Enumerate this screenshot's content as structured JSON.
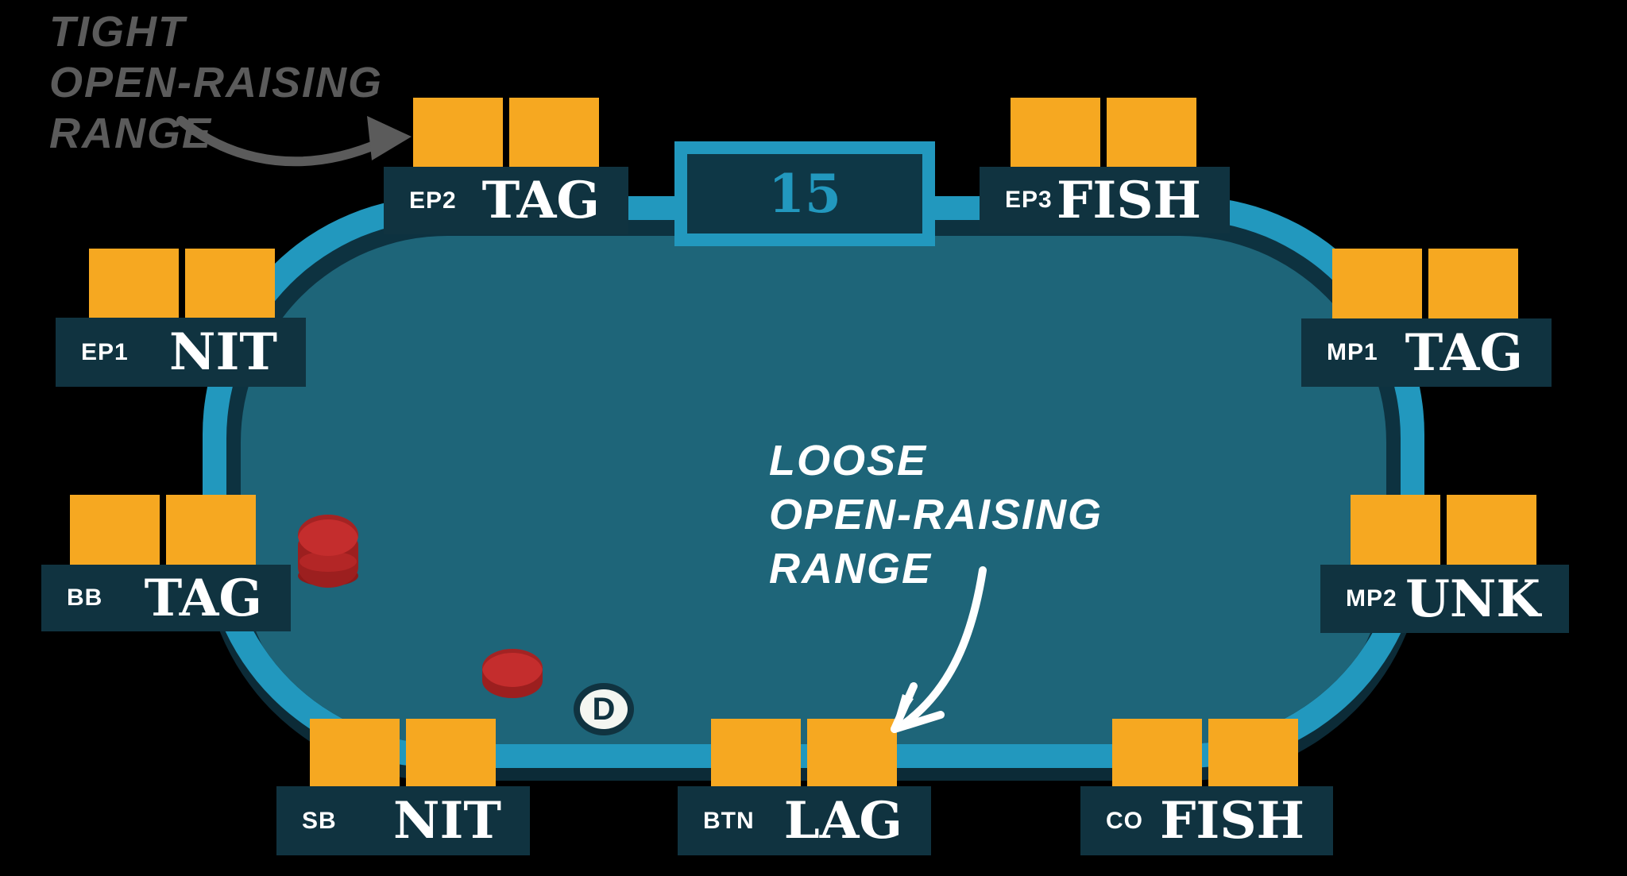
{
  "annotations": {
    "tight": {
      "lines": [
        "TIGHT",
        "OPEN-RAISING",
        "RANGE"
      ],
      "color": "#5B5B5B"
    },
    "loose": {
      "lines": [
        "LOOSE",
        "OPEN-RAISING",
        "RANGE"
      ],
      "color": "#FFFFFF"
    }
  },
  "pot": {
    "value": "15"
  },
  "dealer_button": {
    "label": "D"
  },
  "seats": [
    {
      "position": "EP1",
      "player_type": "NIT"
    },
    {
      "position": "EP2",
      "player_type": "TAG"
    },
    {
      "position": "EP3",
      "player_type": "FISH"
    },
    {
      "position": "MP1",
      "player_type": "TAG"
    },
    {
      "position": "MP2",
      "player_type": "UNK"
    },
    {
      "position": "CO",
      "player_type": "FISH"
    },
    {
      "position": "BTN",
      "player_type": "LAG"
    },
    {
      "position": "SB",
      "player_type": "NIT"
    },
    {
      "position": "BB",
      "player_type": "TAG"
    }
  ],
  "colors": {
    "background": "#000000",
    "table_rim": "#2298BE",
    "table_felt": "#1E6579",
    "table_shadow": "#0D3240",
    "seat_badge": "#103340",
    "card_back": "#F6A821",
    "pot_frame": "#2298BE",
    "pot_inner": "#0E3746",
    "pot_text": "#2298BE",
    "chip_red_top": "#C42D2D",
    "chip_red_body": "#9C1F1F",
    "annotation_gray": "#5B5B5B",
    "annotation_white": "#FFFFFF"
  }
}
